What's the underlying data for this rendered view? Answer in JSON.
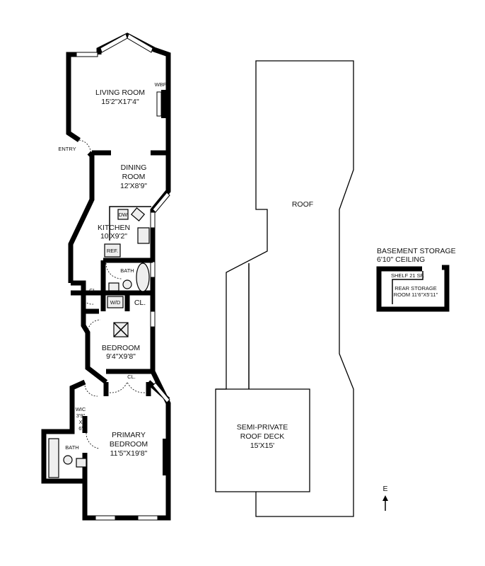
{
  "floorplan": {
    "rooms": {
      "living_room": {
        "name": "LIVING ROOM",
        "size": "15'2\"X17'4\""
      },
      "wbf": "WBF",
      "entry": "ENTRY",
      "dining_room": {
        "name1": "DINING",
        "name2": "ROOM",
        "size": "12'X8'9\""
      },
      "kitchen": {
        "name": "KITCHEN",
        "size": "10'X9'2\""
      },
      "dw": "DW",
      "ref": "REF.",
      "bath1": "BATH",
      "cl1": "CL.",
      "wd": "W/D",
      "cl2": "CL.",
      "bedroom": {
        "name": "BEDROOM",
        "size": "9'4\"X9'8\""
      },
      "cl3": "CL.",
      "wic": {
        "name": "WIC",
        "w": "3'9\"",
        "x": "X",
        "h": "6'"
      },
      "bath2": "BATH",
      "primary_bedroom": {
        "name1": "PRIMARY",
        "name2": "BEDROOM",
        "size": "11'5\"X19'8\""
      }
    },
    "roof": {
      "label": "ROOF",
      "deck": {
        "line1": "SEMI-PRIVATE",
        "line2": "ROOF DECK",
        "size": "15'X15'"
      }
    },
    "basement": {
      "title": "BASEMENT STORAGE",
      "ceiling": "6'10\" CEILING",
      "shelf": "SHELF 21 SF.",
      "room_line1": "REAR STORAGE",
      "room_line2": "ROOM 11'6\"X5'11\""
    },
    "compass": {
      "label": "E",
      "icon": "north-arrow-icon"
    }
  }
}
